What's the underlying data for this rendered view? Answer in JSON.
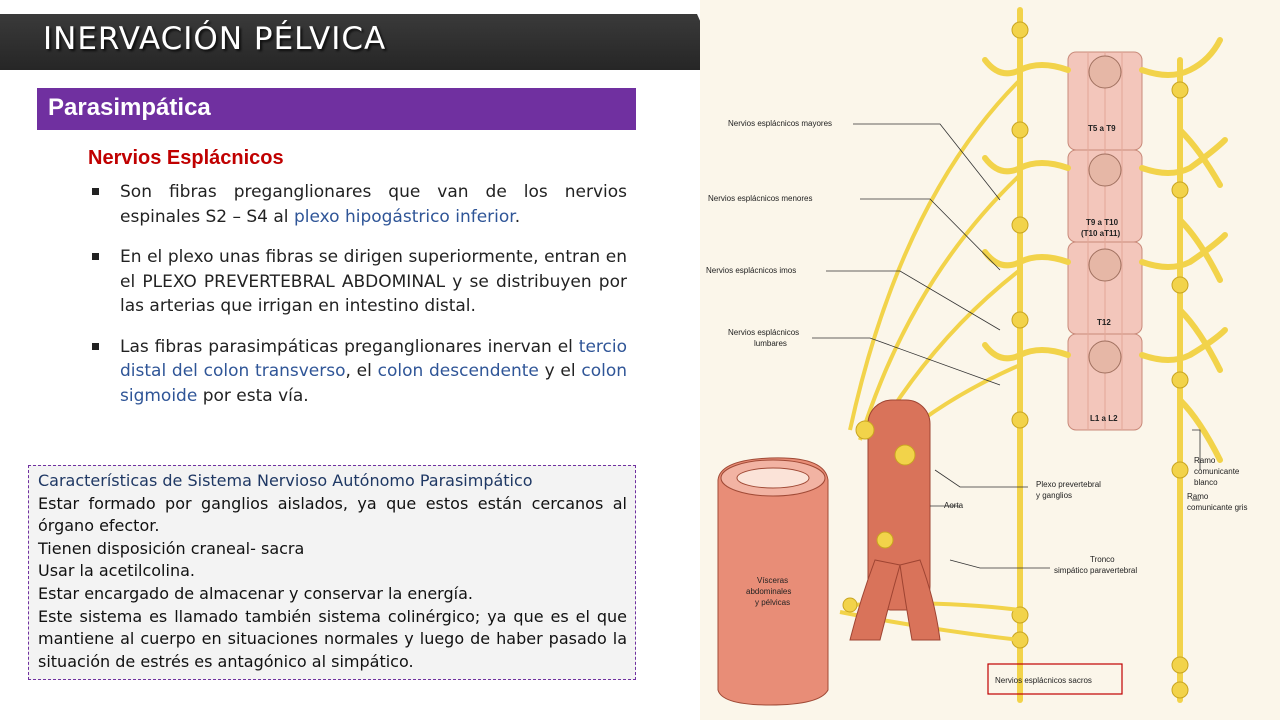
{
  "header": {
    "title": "INERVACIÓN PÉLVICA"
  },
  "section": {
    "title": "Parasimpática"
  },
  "subsection": {
    "title": "Nervios Esplácnicos"
  },
  "bullets": [
    {
      "t1": "Son fibras preganglionares que van de los nervios espinales S2 – S4 al ",
      "h1": "plexo hipogástrico inferior",
      "t2": "."
    },
    {
      "t1": "En el plexo unas fibras se dirigen superiormente, entran en el PLEXO PREVERTEBRAL ABDOMINAL y se distribuyen por las arterias que irrigan en intestino distal."
    },
    {
      "t1": "Las fibras parasimpáticas preganglionares inervan el ",
      "h1": "tercio distal del colon transverso",
      "t2": ", el ",
      "h2": "colon descendente",
      "t3": " y el ",
      "h3": "colon sigmoide",
      "t4": " por esta vía."
    }
  ],
  "infobox": {
    "title": "Características de Sistema Nervioso Autónomo Parasimpático",
    "lines": [
      "Estar formado por ganglios aislados, ya que estos están cercanos al órgano efector.",
      "Tienen disposición craneal- sacra",
      "Usar la acetilcolina.",
      "Estar encargado de almacenar y conservar la energía.",
      "Este sistema es llamado también sistema colinérgico; ya que es el que mantiene al cuerpo en situaciones normales y luego de haber pasado la situación de estrés es antagónico al simpático."
    ]
  },
  "diagram": {
    "labels": {
      "mayores": "Nervios esplácnicos mayores",
      "menores": "Nervios esplácnicos menores",
      "imos": "Nervios esplácnicos imos",
      "lumbares_1": "Nervios esplácnicos",
      "lumbares_2": "lumbares",
      "plexo_1": "Plexo prevertebral",
      "plexo_2": "y ganglios",
      "aorta": "Aorta",
      "tronco_1": "Tronco",
      "tronco_2": "simpático paravertebral",
      "visceras_1": "Vísceras",
      "visceras_2": "abdominales",
      "visceras_3": "y pélvicas",
      "ramo_blanco_1": "Ramo",
      "ramo_blanco_2": "comunicante",
      "ramo_blanco_3": "blanco",
      "ramo_gris_1": "Ramo",
      "ramo_gris_2": "comunicante gris",
      "sacros": "Nervios esplácnicos sacros",
      "t5t9": "T5 a T9",
      "t9t10": "T9 a T10",
      "t10t11": "(T10 aT11)",
      "t12": "T12",
      "l1l2": "L1 a L2"
    },
    "colors": {
      "nerve": "#f2d34a",
      "artery": "#d9735a",
      "spine": "#f3c6bb",
      "highlight_box": "#c00000"
    }
  }
}
